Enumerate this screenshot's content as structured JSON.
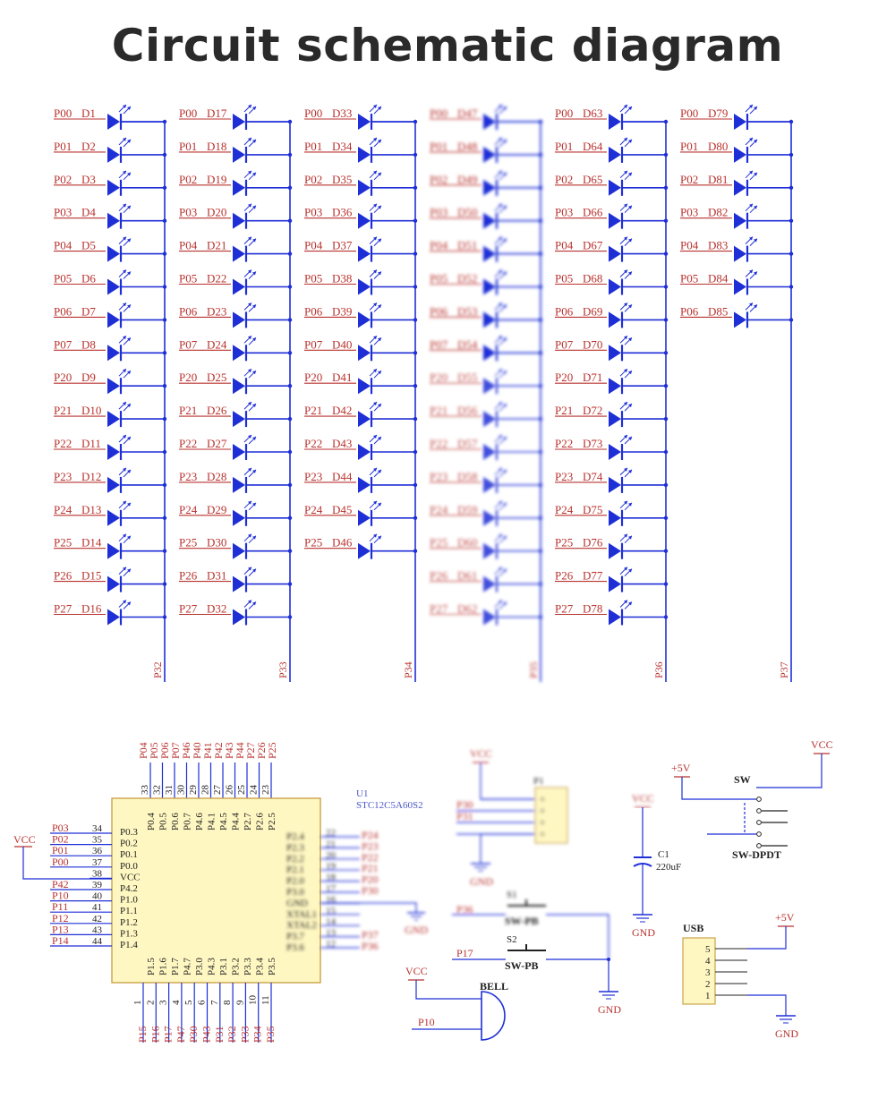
{
  "title": "Circuit schematic diagram",
  "led_matrix": {
    "columns": [
      {
        "port": "P32",
        "rows": [
          {
            "pin": "P00",
            "led": "D1"
          },
          {
            "pin": "P01",
            "led": "D2"
          },
          {
            "pin": "P02",
            "led": "D3"
          },
          {
            "pin": "P03",
            "led": "D4"
          },
          {
            "pin": "P04",
            "led": "D5"
          },
          {
            "pin": "P05",
            "led": "D6"
          },
          {
            "pin": "P06",
            "led": "D7"
          },
          {
            "pin": "P07",
            "led": "D8"
          },
          {
            "pin": "P20",
            "led": "D9"
          },
          {
            "pin": "P21",
            "led": "D10"
          },
          {
            "pin": "P22",
            "led": "D11"
          },
          {
            "pin": "P23",
            "led": "D12"
          },
          {
            "pin": "P24",
            "led": "D13"
          },
          {
            "pin": "P25",
            "led": "D14"
          },
          {
            "pin": "P26",
            "led": "D15"
          },
          {
            "pin": "P27",
            "led": "D16"
          }
        ]
      },
      {
        "port": "P33",
        "rows": [
          {
            "pin": "P00",
            "led": "D17"
          },
          {
            "pin": "P01",
            "led": "D18"
          },
          {
            "pin": "P02",
            "led": "D19"
          },
          {
            "pin": "P03",
            "led": "D20"
          },
          {
            "pin": "P04",
            "led": "D21"
          },
          {
            "pin": "P05",
            "led": "D22"
          },
          {
            "pin": "P06",
            "led": "D23"
          },
          {
            "pin": "P07",
            "led": "D24"
          },
          {
            "pin": "P20",
            "led": "D25"
          },
          {
            "pin": "P21",
            "led": "D26"
          },
          {
            "pin": "P22",
            "led": "D27"
          },
          {
            "pin": "P23",
            "led": "D28"
          },
          {
            "pin": "P24",
            "led": "D29"
          },
          {
            "pin": "P25",
            "led": "D30"
          },
          {
            "pin": "P26",
            "led": "D31"
          },
          {
            "pin": "P27",
            "led": "D32"
          }
        ]
      },
      {
        "port": "P34",
        "rows": [
          {
            "pin": "P00",
            "led": "D33"
          },
          {
            "pin": "P01",
            "led": "D34"
          },
          {
            "pin": "P02",
            "led": "D35"
          },
          {
            "pin": "P03",
            "led": "D36"
          },
          {
            "pin": "P04",
            "led": "D37"
          },
          {
            "pin": "P05",
            "led": "D38"
          },
          {
            "pin": "P06",
            "led": "D39"
          },
          {
            "pin": "P07",
            "led": "D40"
          },
          {
            "pin": "P20",
            "led": "D41"
          },
          {
            "pin": "P21",
            "led": "D42"
          },
          {
            "pin": "P22",
            "led": "D43"
          },
          {
            "pin": "P23",
            "led": "D44"
          },
          {
            "pin": "P24",
            "led": "D45"
          },
          {
            "pin": "P25",
            "led": "D46"
          }
        ]
      },
      {
        "port": "P35",
        "rows": [
          {
            "pin": "P00",
            "led": "D47"
          },
          {
            "pin": "P01",
            "led": "D48"
          },
          {
            "pin": "P02",
            "led": "D49"
          },
          {
            "pin": "P03",
            "led": "D50"
          },
          {
            "pin": "P04",
            "led": "D51"
          },
          {
            "pin": "P05",
            "led": "D52"
          },
          {
            "pin": "P06",
            "led": "D53"
          },
          {
            "pin": "P07",
            "led": "D54"
          },
          {
            "pin": "P20",
            "led": "D55"
          },
          {
            "pin": "P21",
            "led": "D56"
          },
          {
            "pin": "P22",
            "led": "D57"
          },
          {
            "pin": "P23",
            "led": "D58"
          },
          {
            "pin": "P24",
            "led": "D59"
          },
          {
            "pin": "P25",
            "led": "D60"
          },
          {
            "pin": "P26",
            "led": "D61"
          },
          {
            "pin": "P27",
            "led": "D62"
          }
        ]
      },
      {
        "port": "P36",
        "rows": [
          {
            "pin": "P00",
            "led": "D63"
          },
          {
            "pin": "P01",
            "led": "D64"
          },
          {
            "pin": "P02",
            "led": "D65"
          },
          {
            "pin": "P03",
            "led": "D66"
          },
          {
            "pin": "P04",
            "led": "D67"
          },
          {
            "pin": "P05",
            "led": "D68"
          },
          {
            "pin": "P06",
            "led": "D69"
          },
          {
            "pin": "P07",
            "led": "D70"
          },
          {
            "pin": "P20",
            "led": "D71"
          },
          {
            "pin": "P21",
            "led": "D72"
          },
          {
            "pin": "P22",
            "led": "D73"
          },
          {
            "pin": "P23",
            "led": "D74"
          },
          {
            "pin": "P24",
            "led": "D75"
          },
          {
            "pin": "P25",
            "led": "D76"
          },
          {
            "pin": "P26",
            "led": "D77"
          },
          {
            "pin": "P27",
            "led": "D78"
          }
        ]
      },
      {
        "port": "P37",
        "rows": [
          {
            "pin": "P00",
            "led": "D79"
          },
          {
            "pin": "P01",
            "led": "D80"
          },
          {
            "pin": "P02",
            "led": "D81"
          },
          {
            "pin": "P03",
            "led": "D82"
          },
          {
            "pin": "P04",
            "led": "D83"
          },
          {
            "pin": "P05",
            "led": "D84"
          },
          {
            "pin": "P06",
            "led": "D85"
          }
        ]
      }
    ]
  },
  "mcu": {
    "designator": "U1",
    "part": "STC12C5A60S2",
    "top_nets": [
      "P04",
      "P05",
      "P06",
      "P07",
      "P46",
      "P40",
      "P41",
      "P42",
      "P43",
      "P44",
      "P27",
      "P26",
      "P25"
    ],
    "top_pin_numbers": [
      "33",
      "32",
      "31",
      "30",
      "29",
      "28",
      "27",
      "26",
      "25",
      "24",
      "23"
    ],
    "top_pin_names": [
      "P0.4",
      "P0.5",
      "P0.6",
      "P0.7",
      "P4.6",
      "P4.1",
      "P4.5",
      "P4.4",
      "P2.7",
      "P2.6",
      "P2.5"
    ],
    "left_pins": [
      {
        "net": "P03",
        "num": "34",
        "name": "P0.3"
      },
      {
        "net": "P02",
        "num": "35",
        "name": "P0.2"
      },
      {
        "net": "P01",
        "num": "36",
        "name": "P0.1"
      },
      {
        "net": "P00",
        "num": "37",
        "name": "P0.0"
      },
      {
        "net": "",
        "num": "38",
        "name": "VCC"
      },
      {
        "net": "P42",
        "num": "39",
        "name": "P4.2"
      },
      {
        "net": "P10",
        "num": "40",
        "name": "P1.0"
      },
      {
        "net": "P11",
        "num": "41",
        "name": "P1.1"
      },
      {
        "net": "P12",
        "num": "42",
        "name": "P1.2"
      },
      {
        "net": "P13",
        "num": "43",
        "name": "P1.3"
      },
      {
        "net": "P14",
        "num": "44",
        "name": "P1.4"
      }
    ],
    "right_pin_names": [
      "P2.4",
      "P2.3",
      "P2.2",
      "P2.1",
      "P2.0",
      "P3.0",
      "GND",
      "XTAL1",
      "XTAL2",
      "P3.7",
      "P3.6"
    ],
    "right_nets": [
      "P24",
      "P23",
      "P22",
      "P21",
      "P20",
      "P30",
      "",
      "",
      "",
      "P37",
      "P36"
    ],
    "bottom_pin_names": [
      "P1.5",
      "P1.6",
      "P1.7",
      "P4.7",
      "P3.0",
      "P4.3",
      "P3.1",
      "P3.2",
      "P3.3",
      "P3.4",
      "P3.5"
    ],
    "bottom_pin_numbers": [
      "1",
      "2",
      "3",
      "4",
      "5",
      "6",
      "7",
      "8",
      "9",
      "10",
      "11"
    ],
    "bottom_nets": [
      "P15",
      "P16",
      "P17",
      "P47",
      "P30",
      "P43",
      "P31",
      "P32",
      "P33",
      "P34",
      "P35"
    ],
    "vcc_label": "VCC",
    "gnd_label": "GND"
  },
  "header_p1": {
    "designator": "P1",
    "vcc": "VCC",
    "gnd": "GND",
    "nets": [
      "P30",
      "P31"
    ]
  },
  "capacitor": {
    "designator": "C1",
    "value": "220uF",
    "vcc": "VCC",
    "gnd": "GND"
  },
  "switch_s1": {
    "designator": "S1",
    "type": "SW-PB",
    "net": "P36"
  },
  "switch_s2": {
    "designator": "S2",
    "type": "SW-PB",
    "net": "P17"
  },
  "switch_gnd": "GND",
  "bell": {
    "label": "BELL",
    "vcc": "VCC",
    "net": "P10"
  },
  "sw_dpdt": {
    "label": "SW",
    "part": "SW-DPDT",
    "supply": "+5V",
    "vcc": "VCC"
  },
  "usb": {
    "label": "USB",
    "pins": [
      "5",
      "4",
      "3",
      "2",
      "1"
    ],
    "supply": "+5V",
    "gnd": "GND"
  },
  "colors": {
    "wire": "#1f2fd6",
    "net_label": "#b8322e",
    "part_fill": "#fff7c2",
    "part_border": "#c9a24a"
  }
}
